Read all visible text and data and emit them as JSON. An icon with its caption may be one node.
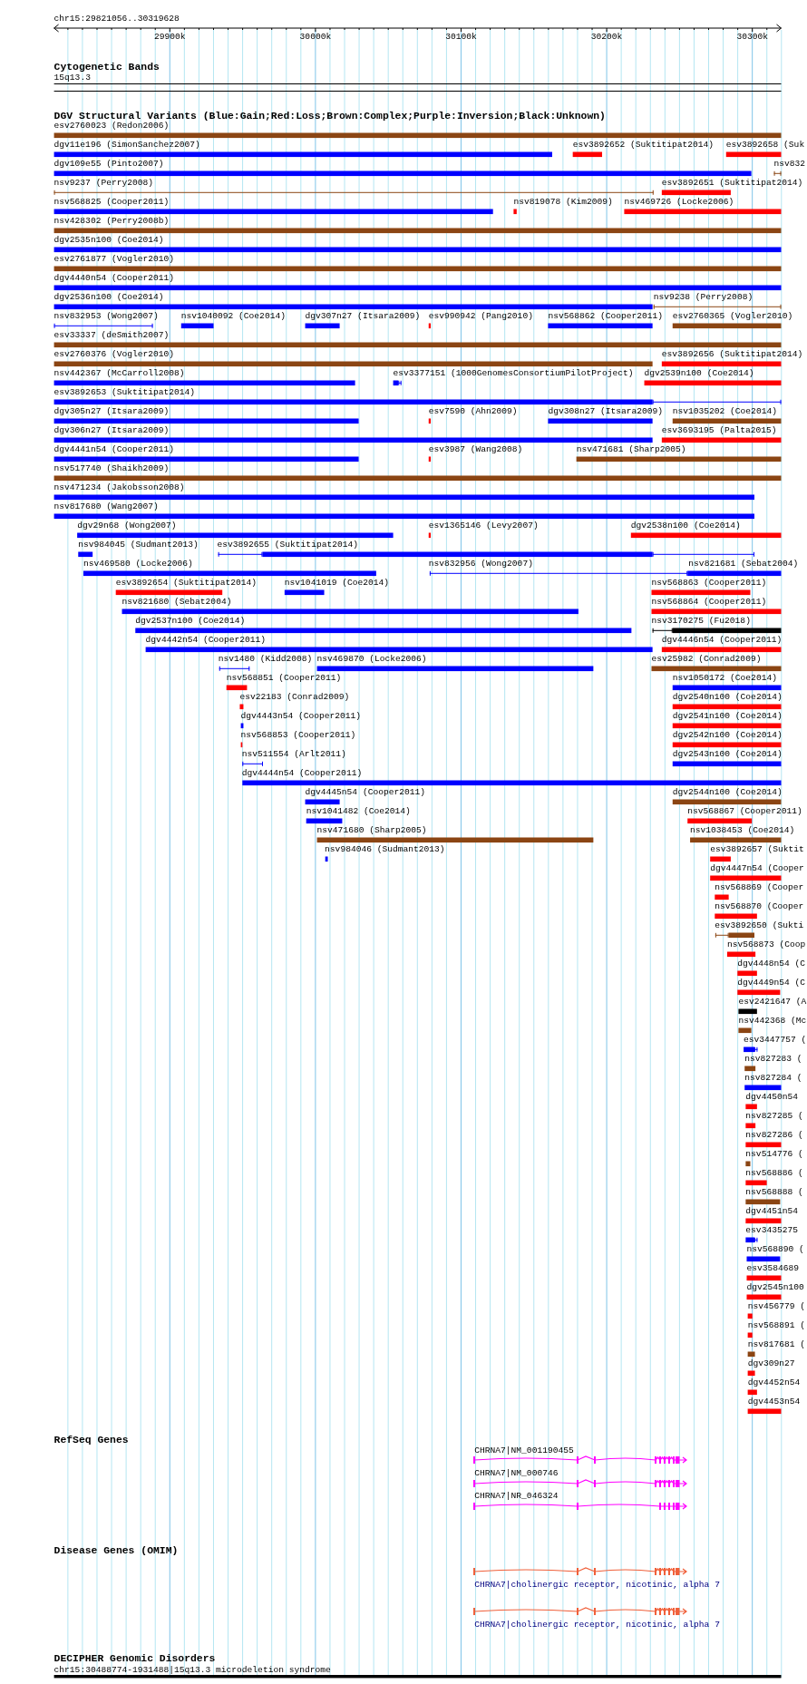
{
  "diagram": {
    "labels": [
      "chr15:29821056..30319628",
      "29900k",
      "30000k",
      "30100k",
      "30200k",
      "30300k",
      "Cytogenetic Bands",
      "15q13.3",
      "DGV Structural Variants (Blue:Gain;Red:Loss;Brown:Complex;Purple:Inversion;Black:Unknown)",
      "esv2760023 (Redon2006)",
      "dgv11e196 (SimonSanchez2007)",
      "esv3892652 (Suktitipat2014)",
      "esv3892658 (Suk",
      "dgv109e55 (Pinto2007)",
      "nsv832",
      "nsv9237 (Perry2008)",
      "esv3892651 (Suktitipat2014)",
      "nsv568825 (Cooper2011)",
      "nsv819078 (Kim2009)",
      "nsv469726 (Locke2006)",
      "nsv428302 (Perry2008b)",
      "dgv2535n100 (Coe2014)",
      "esv2761877 (Vogler2010)",
      "dgv4440n54 (Cooper2011)",
      "dgv2536n100 (Coe2014)",
      "nsv9238 (Perry2008)",
      "nsv832953 (Wong2007)",
      "nsv1040092 (Coe2014)",
      "dgv307n27 (Itsara2009)",
      "esv990942 (Pang2010)",
      "nsv568862 (Cooper2011)",
      "esv2760365 (Vogler2010)",
      "esv33337 (deSmith2007)",
      "esv2760376 (Vogler2010)",
      "esv3892656 (Suktitipat2014)",
      "nsv442367 (McCarroll2008)",
      "esv3377151 (1000GenomesConsortiumPilotProject)",
      "dgv2539n100 (Coe2014)",
      "esv3892653 (Suktitipat2014)",
      "dgv305n27 (Itsara2009)",
      "esv7590 (Ahn2009)",
      "dgv308n27 (Itsara2009)",
      "nsv1035202 (Coe2014)",
      "dgv306n27 (Itsara2009)",
      "esv3693195 (Palta2015)",
      "dgv4441n54 (Cooper2011)",
      "esv3987 (Wang2008)",
      "nsv471681 (Sharp2005)",
      "nsv517740 (Shaikh2009)",
      "nsv471234 (Jakobsson2008)",
      "nsv817680 (Wang2007)",
      "dgv29n68 (Wong2007)",
      "esv1365146 (Levy2007)",
      "dgv2538n100 (Coe2014)",
      "nsv984045 (Sudmant2013)",
      "esv3892655 (Suktitipat2014)",
      "nsv469580 (Locke2006)",
      "nsv832956 (Wong2007)",
      "nsv821681 (Sebat2004)",
      "esv3892654 (Suktitipat2014)",
      "nsv1041019 (Coe2014)",
      "nsv568863 (Cooper2011)",
      "nsv821680 (Sebat2004)",
      "nsv568864 (Cooper2011)",
      "dgv2537n100 (Coe2014)",
      "nsv3170275 (Fu2018)",
      "dgv4442n54 (Cooper2011)",
      "dgv4446n54 (Cooper2011)",
      "nsv1480 (Kidd2008)",
      "nsv469870 (Locke2006)",
      "esv25982 (Conrad2009)",
      "nsv568851 (Cooper2011)",
      "nsv1050172 (Coe2014)",
      "esv22183 (Conrad2009)",
      "dgv2540n100 (Coe2014)",
      "dgv4443n54 (Cooper2011)",
      "dgv2541n100 (Coe2014)",
      "nsv568853 (Cooper2011)",
      "dgv2542n100 (Coe2014)",
      "nsv511554 (Arlt2011)",
      "dgv2543n100 (Coe2014)",
      "dgv4444n54 (Cooper2011)",
      "dgv4445n54 (Cooper2011)",
      "dgv2544n100 (Coe2014)",
      "nsv1041482 (Coe2014)",
      "nsv568867 (Cooper2011)",
      "nsv471680 (Sharp2005)",
      "nsv1038453 (Coe2014)",
      "nsv984046 (Sudmant2013)",
      "esv3892657 (Suktit",
      "dgv4447n54 (Cooper",
      "nsv568869 (Cooper",
      "nsv568870 (Cooper",
      "esv3892650 (Sukti",
      "nsv568873 (Coop",
      "dgv4448n54 (C",
      "dgv4449n54 (C",
      "esv2421647 (A",
      "nsv442368 (Mc",
      "esv3447757 (",
      "nsv827283 (",
      "nsv827284 (",
      "dgv4450n54",
      "nsv827285 (",
      "nsv827286 (",
      "nsv514776 (",
      "nsv568886 (",
      "nsv568888 (",
      "dgv4451n54",
      "esv3435275",
      "nsv568890 (",
      "esv3584689",
      "dgv2545n100",
      "nsv456779 (",
      "nsv568891 (",
      "nsv817681 (",
      "dgv309n27",
      "dgv4452n54",
      "dgv4453n54",
      "RefSeq Genes",
      "CHRNA7|NM_001190455",
      "CHRNA7|NM_000746",
      "CHRNA7|NR_046324",
      "Disease Genes (OMIM)",
      "CHRNA7|cholinergic receptor, nicotinic, alpha 7",
      "CHRNA7|cholinergic receptor, nicotinic, alpha 7",
      "DECIPHER Genomic Disorders",
      "chr15:30488774-1931488|15q13.3 microdeletion syndrome"
    ]
  }
}
